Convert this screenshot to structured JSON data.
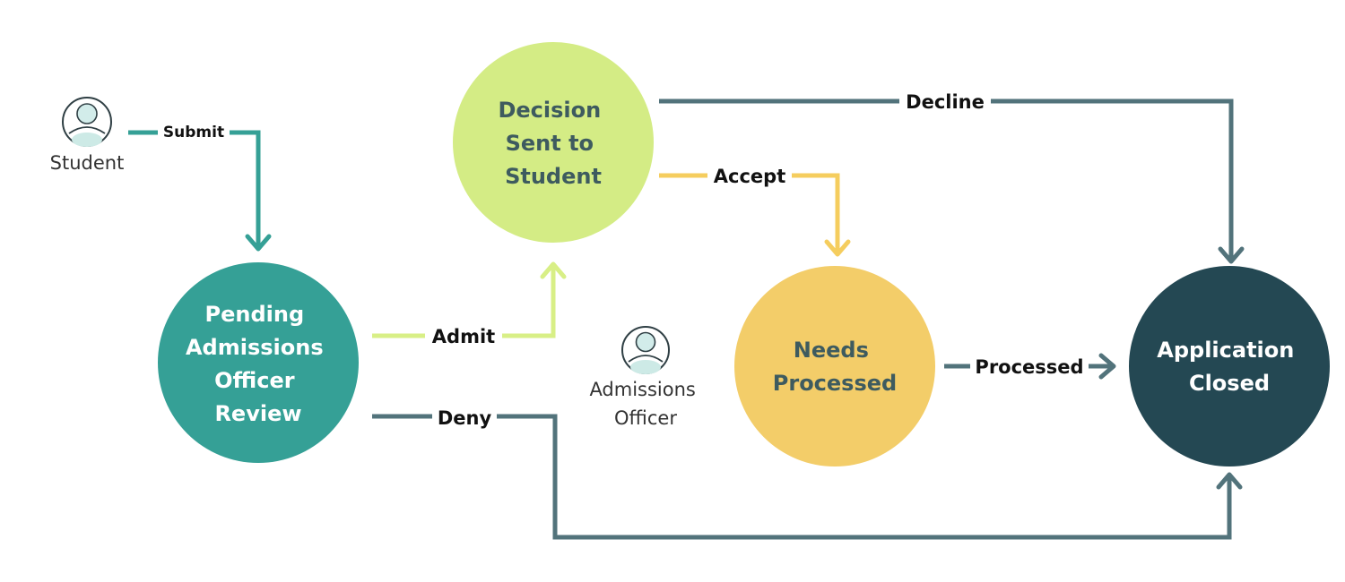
{
  "colors": {
    "teal": "#35a096",
    "light_green": "#d4ec85",
    "yellow": "#f3cd69",
    "yellow_line": "#f5cd5e",
    "dark_slate": "#244853",
    "slate_line": "#52737b",
    "green_line": "#d8ef86",
    "node_text_dark": "#3e5b5f",
    "node_text_light": "#ffffff"
  },
  "actors": {
    "student": {
      "label": "Student",
      "icon": "person-icon"
    },
    "admissions_officer": {
      "line1": "Admissions",
      "line2": "Officer",
      "icon": "person-icon"
    }
  },
  "nodes": {
    "pending": {
      "lines": [
        "Pending",
        "Admissions",
        "Officer",
        "Review"
      ]
    },
    "decision": {
      "lines": [
        "Decision",
        "Sent to",
        "Student"
      ]
    },
    "needs": {
      "lines": [
        "Needs",
        "Processed"
      ]
    },
    "closed": {
      "lines": [
        "Application",
        "Closed"
      ]
    }
  },
  "edges": {
    "submit": "Submit",
    "admit": "Admit",
    "deny": "Deny",
    "decline": "Decline",
    "accept": "Accept",
    "processed": "Processed"
  }
}
